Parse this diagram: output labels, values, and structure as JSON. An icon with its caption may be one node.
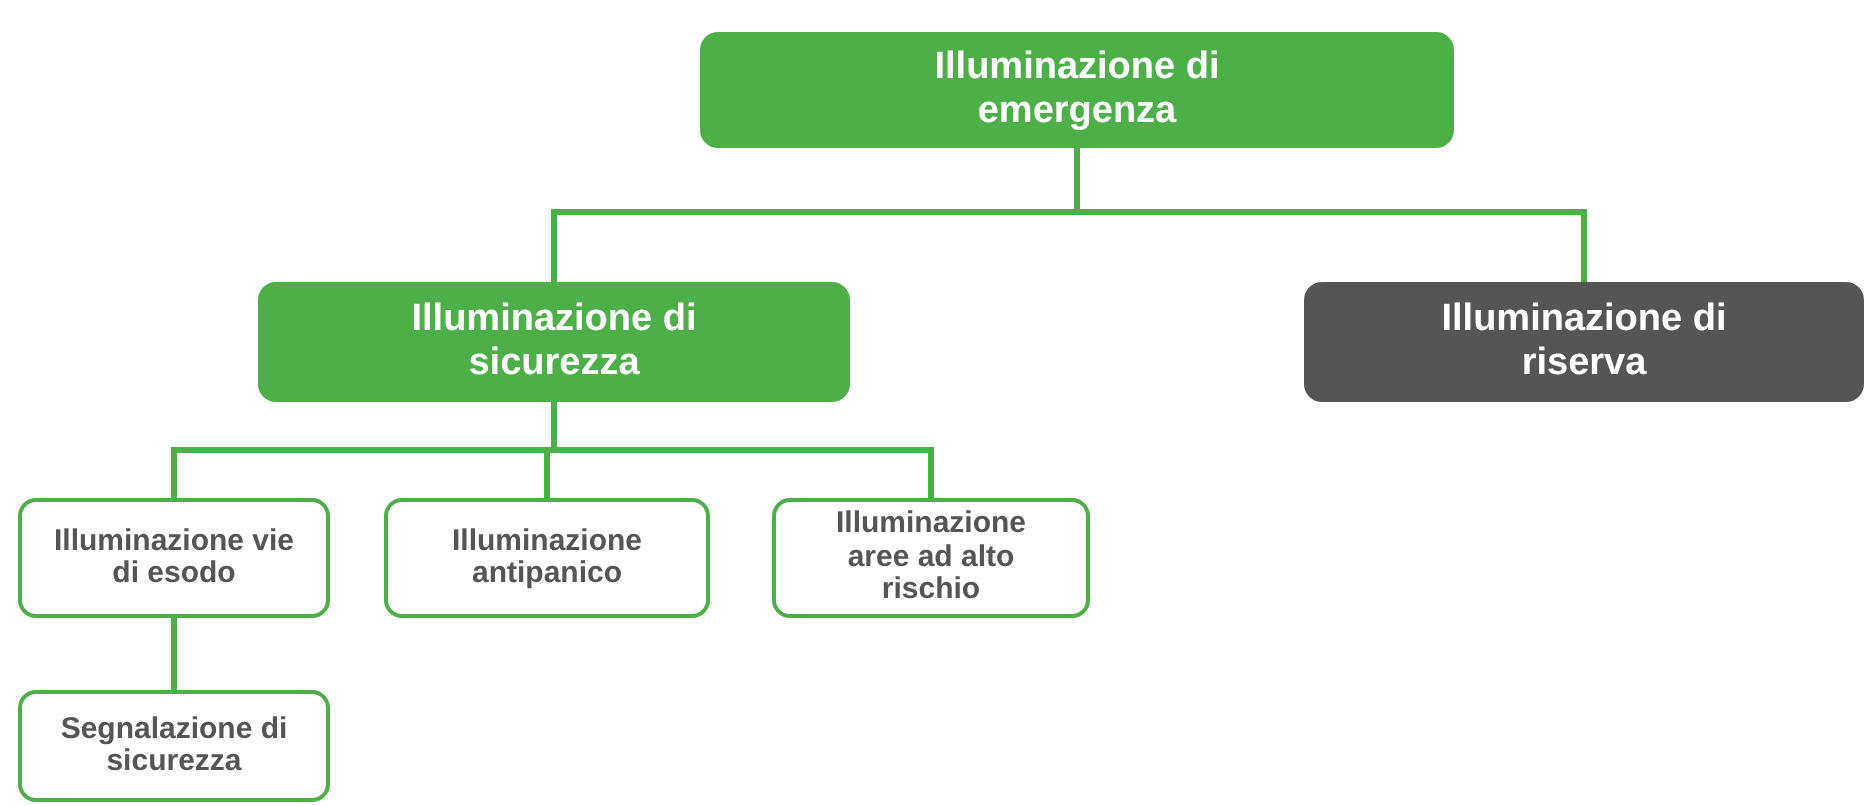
{
  "diagram": {
    "nodes": [
      {
        "text": [
          "Illuminazione di emergenza"
        ]
      },
      {
        "text": [
          "Illuminazione di sicurezza"
        ]
      },
      {
        "text": [
          "Illuminazione di riserva"
        ]
      },
      {
        "text": [
          "Illuminazione vie di esodo"
        ]
      },
      {
        "text": [
          "Illuminazione antipanico"
        ]
      },
      {
        "text": [
          "Illuminazione aree ad alto rischio"
        ]
      },
      {
        "text": [
          "Segnalazione di sicurezza"
        ]
      }
    ],
    "edges": [
      {
        "from": 0,
        "to": 1,
        "arrow": "none"
      },
      {
        "from": 0,
        "to": 2,
        "arrow": "none"
      },
      {
        "from": 1,
        "to": 3,
        "arrow": "none"
      },
      {
        "from": 1,
        "to": 4,
        "arrow": "none"
      },
      {
        "from": 1,
        "to": 5,
        "arrow": "none"
      },
      {
        "from": 3,
        "to": 6,
        "arrow": "none"
      }
    ]
  }
}
